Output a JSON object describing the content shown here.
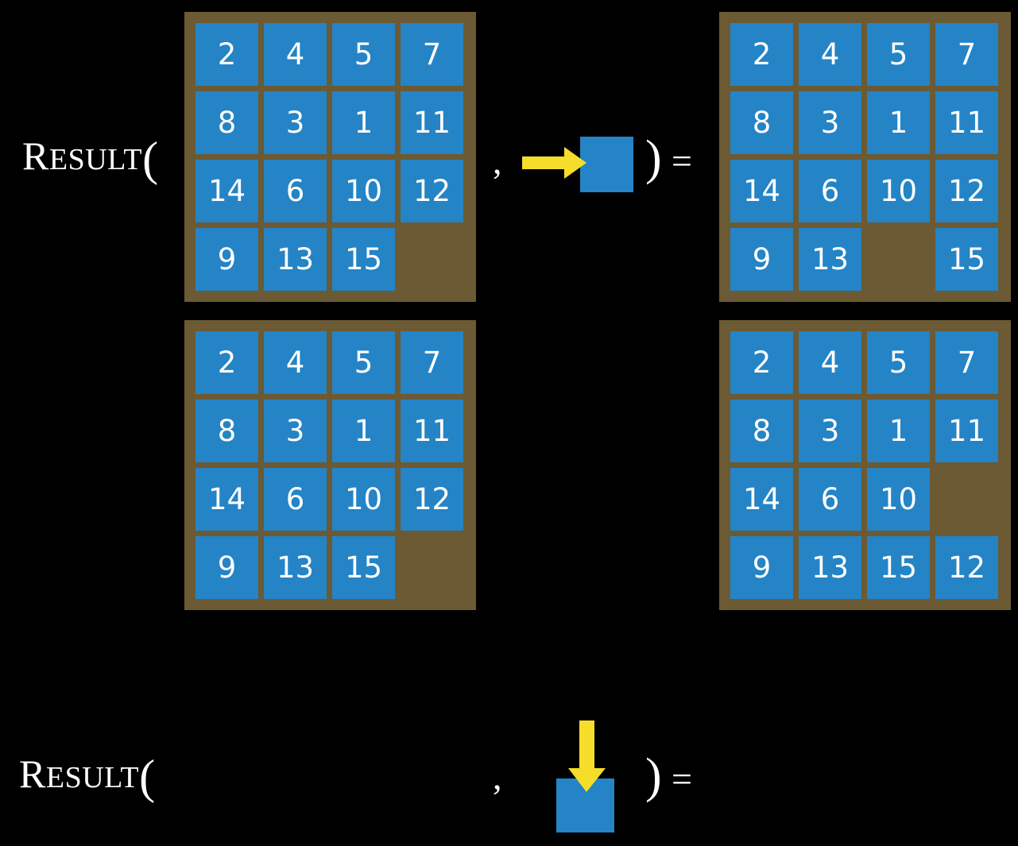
{
  "slide": {
    "background_color": "#000000",
    "tile_color": "#2484c6",
    "board_color": "#6b5a33",
    "arrow_color": "#f5dd2a",
    "text_color": "#ffffff",
    "empty_label": ""
  },
  "rows": [
    {
      "label": {
        "big": "R",
        "small": "ESULT",
        "paren": "("
      },
      "comma": ",",
      "close_paren": ")",
      "equals": "=",
      "action": {
        "icon": "arrow-right-icon",
        "direction": "right"
      },
      "input_board": {
        "tiles": [
          [
            "2",
            "4",
            "5",
            "7"
          ],
          [
            "8",
            "3",
            "1",
            "11"
          ],
          [
            "14",
            "6",
            "10",
            "12"
          ],
          [
            "9",
            "13",
            "15",
            ""
          ]
        ]
      },
      "output_board": {
        "tiles": [
          [
            "2",
            "4",
            "5",
            "7"
          ],
          [
            "8",
            "3",
            "1",
            "11"
          ],
          [
            "14",
            "6",
            "10",
            "12"
          ],
          [
            "9",
            "13",
            "",
            "15"
          ]
        ]
      }
    },
    {
      "label": {
        "big": "R",
        "small": "ESULT",
        "paren": "("
      },
      "comma": ",",
      "close_paren": ")",
      "equals": "=",
      "action": {
        "icon": "arrow-down-icon",
        "direction": "down"
      },
      "input_board": {
        "tiles": [
          [
            "2",
            "4",
            "5",
            "7"
          ],
          [
            "8",
            "3",
            "1",
            "11"
          ],
          [
            "14",
            "6",
            "10",
            "12"
          ],
          [
            "9",
            "13",
            "15",
            ""
          ]
        ]
      },
      "output_board": {
        "tiles": [
          [
            "2",
            "4",
            "5",
            "7"
          ],
          [
            "8",
            "3",
            "1",
            "11"
          ],
          [
            "14",
            "6",
            "10",
            ""
          ],
          [
            "9",
            "13",
            "15",
            "12"
          ]
        ]
      }
    }
  ]
}
